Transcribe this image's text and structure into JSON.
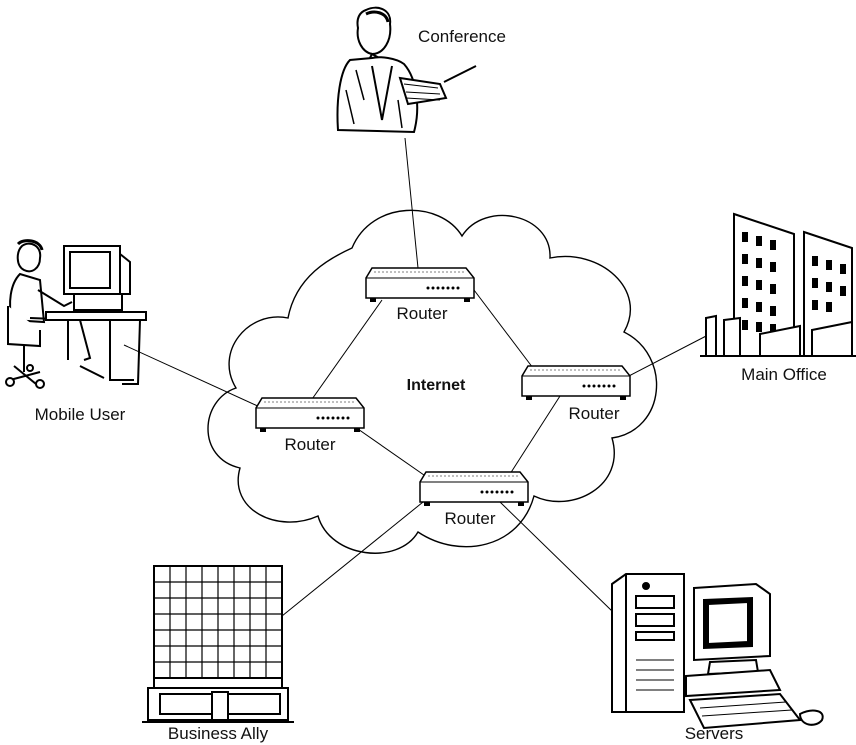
{
  "diagram": {
    "center_label": "Internet",
    "routers": [
      {
        "label": "Router"
      },
      {
        "label": "Router"
      },
      {
        "label": "Router"
      },
      {
        "label": "Router"
      }
    ],
    "endpoints": {
      "conference": "Conference",
      "mobile_user": "Mobile User",
      "main_office": "Main Office",
      "business_ally": "Business Ally",
      "servers": "Servers"
    }
  },
  "colors": {
    "stroke": "#000000",
    "background": "#ffffff",
    "building_fill": "#f2f2f2"
  },
  "icons": {
    "conference": "presenter-icon",
    "mobile_user": "workstation-user-icon",
    "main_office": "office-building-icon",
    "business_ally": "tall-building-icon",
    "servers": "server-computer-icon",
    "router": "router-icon"
  }
}
